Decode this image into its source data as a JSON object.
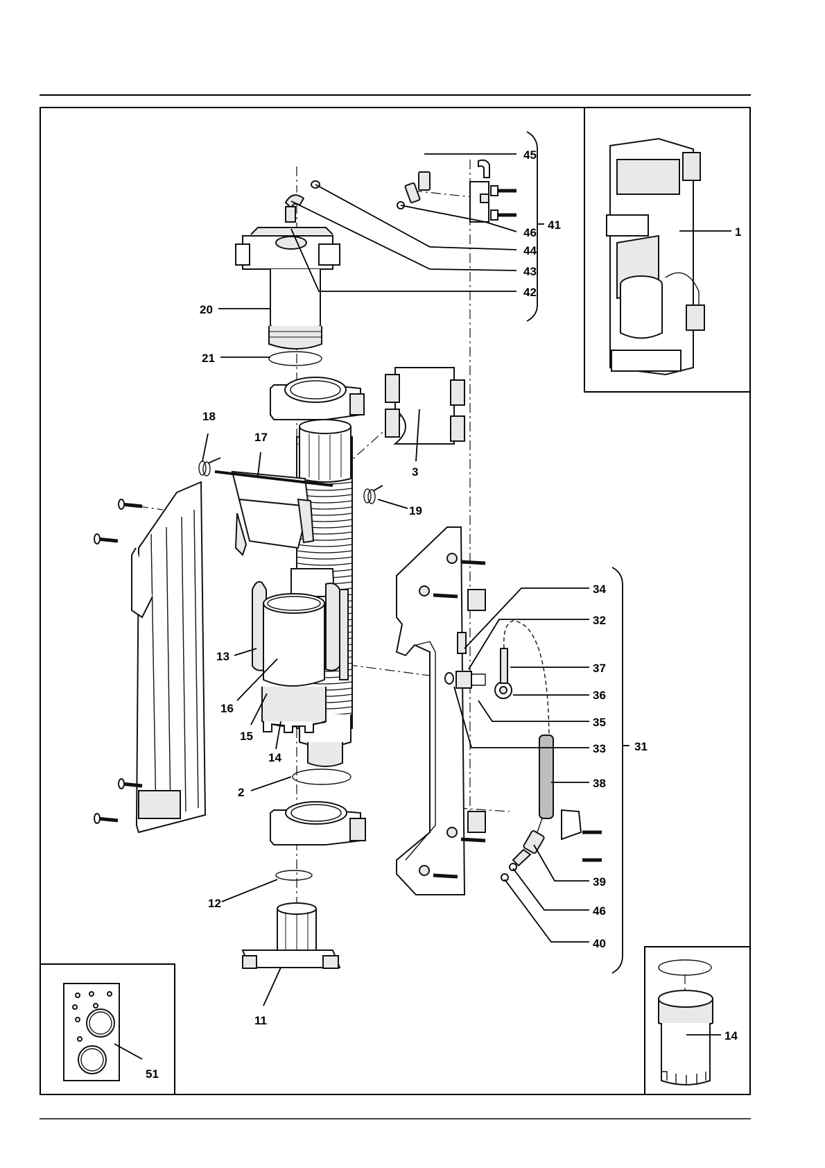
{
  "callouts": {
    "p1": "1",
    "p2": "2",
    "p3": "3",
    "p11": "11",
    "p12": "12",
    "p13": "13",
    "p14a": "14",
    "p14b": "14",
    "p15": "15",
    "p16": "16",
    "p17": "17",
    "p18": "18",
    "p19": "19",
    "p20": "20",
    "p21": "21",
    "p31": "31",
    "p32": "32",
    "p33": "33",
    "p34": "34",
    "p35": "35",
    "p36": "36",
    "p37": "37",
    "p38": "38",
    "p39": "39",
    "p40": "40",
    "p41": "41",
    "p42": "42",
    "p43": "43",
    "p44": "44",
    "p45": "45",
    "p46a": "46",
    "p46b": "46",
    "p51": "51"
  }
}
